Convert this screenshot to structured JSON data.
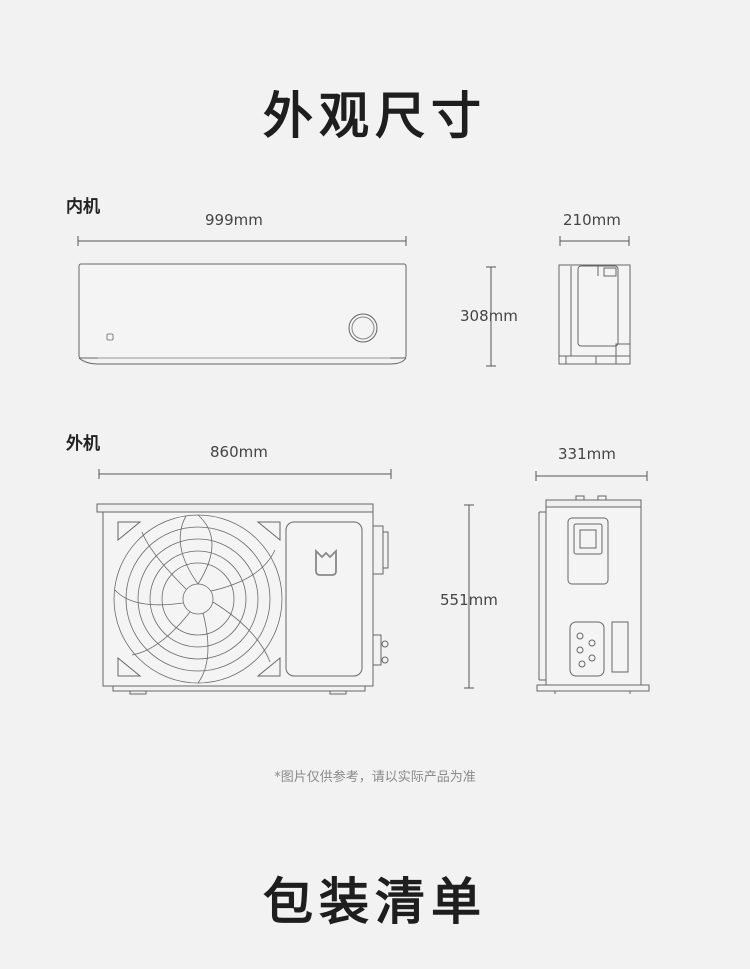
{
  "header": {
    "title": "外观尺寸"
  },
  "indoor": {
    "label": "内机",
    "width": "999mm",
    "depth": "210mm",
    "height": "308mm"
  },
  "outdoor": {
    "label": "外机",
    "width": "860mm",
    "depth": "331mm",
    "height": "551mm"
  },
  "note": "*图片仅供参考，请以实际产品为准",
  "footer": {
    "title": "包装清单"
  }
}
